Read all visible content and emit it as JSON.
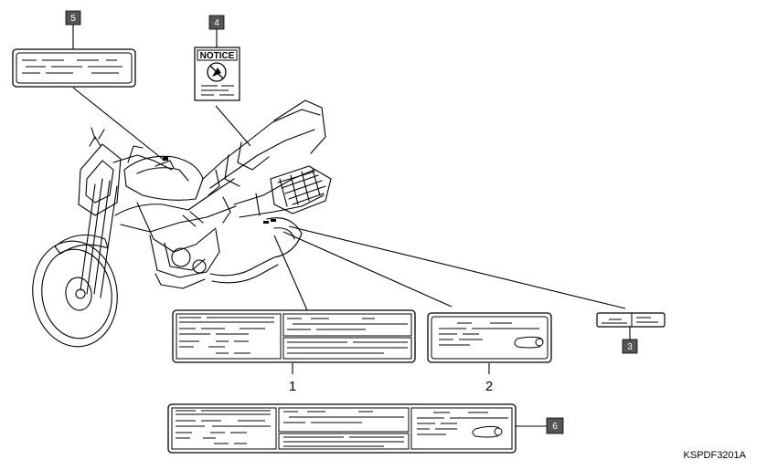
{
  "callouts": {
    "1": "1",
    "2": "2",
    "3": "3",
    "4": "4",
    "5": "5",
    "6": "6"
  },
  "notice_label": {
    "heading": "NOTICE"
  },
  "figure_code": "KSPDF3201A",
  "colors": {
    "badge_fill": "#555555",
    "badge_text": "#ffffff",
    "line": "#000000"
  }
}
